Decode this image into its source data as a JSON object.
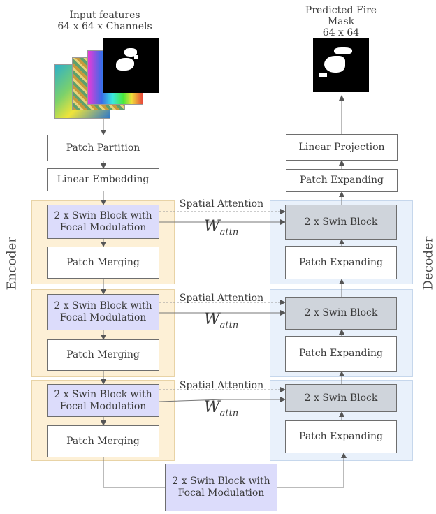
{
  "input": {
    "title": "Input features\n64 x 64 x Channels"
  },
  "output": {
    "title": "Predicted Fire\nMask\n64 x 64"
  },
  "side": {
    "encoder": "Encoder",
    "decoder": "Decoder"
  },
  "encoder": {
    "patch_partition": "Patch Partition",
    "linear_embedding": "Linear Embedding",
    "stages": [
      {
        "block": "2 x Swin Block with\nFocal Modulation",
        "merge": "Patch Merging"
      },
      {
        "block": "2 x Swin Block with\nFocal Modulation",
        "merge": "Patch Merging"
      },
      {
        "block": "2 x Swin Block with\nFocal Modulation",
        "merge": "Patch Merging"
      }
    ]
  },
  "bottleneck": "2 x Swin Block with\nFocal Modulation",
  "decoder": {
    "linear_projection": "Linear Projection",
    "top_expanding": "Patch Expanding",
    "stages": [
      {
        "block": "2 x Swin Block",
        "expand": "Patch Expanding"
      },
      {
        "block": "2 x Swin Block",
        "expand": "Patch Expanding"
      },
      {
        "block": "2 x Swin Block",
        "expand": "Patch Expanding"
      }
    ]
  },
  "skip": {
    "label": "Spatial Attention",
    "weight_main": "W",
    "weight_sub": "attn"
  }
}
